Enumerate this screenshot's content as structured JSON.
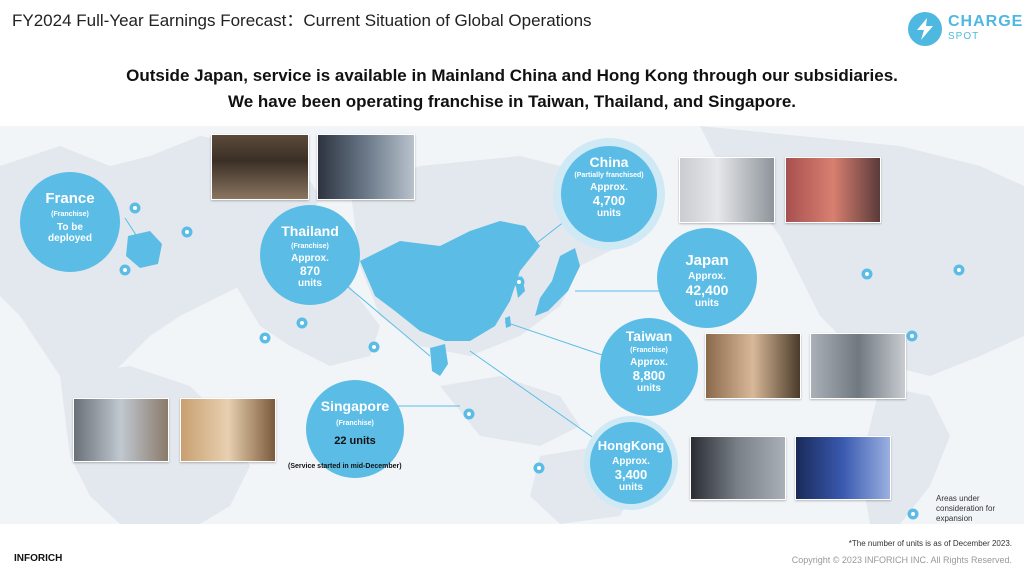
{
  "page": {
    "title": "FY2024 Full-Year Earnings Forecast：Current Situation of Global Operations",
    "headline_1": "Outside Japan, service is available in Mainland China and Hong Kong through our subsidiaries.",
    "headline_2": "We have been operating franchise in Taiwan, Thailand, and Singapore."
  },
  "logo": {
    "line1": "CHARGE",
    "line2": "SPOT"
  },
  "colors": {
    "accent": "#5bbde6",
    "ring": "#cfe9f5",
    "map_land": "#e3e8ee",
    "highlight_land": "#5bbde6"
  },
  "regions": {
    "france": {
      "name": "France",
      "sub": "(Franchise)",
      "line1": "To be",
      "line2": "deployed"
    },
    "thailand": {
      "name": "Thailand",
      "sub": "(Franchise)",
      "line1": "Approx.",
      "value": "870",
      "unit": "units"
    },
    "china": {
      "name": "China",
      "sub": "(Partially franchised)",
      "line1": "Approx.",
      "value": "4,700",
      "unit": "units"
    },
    "japan": {
      "name": "Japan",
      "line1": "Approx.",
      "value": "42,400",
      "unit": "units"
    },
    "taiwan": {
      "name": "Taiwan",
      "sub": "(Franchise)",
      "line1": "Approx.",
      "value": "8,800",
      "unit": "units"
    },
    "singapore": {
      "name": "Singapore",
      "sub": "(Franchise)",
      "value": "22",
      "unit": "units",
      "note": "(Service started in mid-December)"
    },
    "hongkong": {
      "name": "HongKong",
      "line1": "Approx.",
      "value": "3,400",
      "unit": "units"
    }
  },
  "legend": {
    "text": "Areas under consideration for expansion",
    "icon": "location-pin-icon"
  },
  "footer": {
    "company": "INFORICH",
    "note": "*The number of units is as of December 2023.",
    "copyright": "Copyright © 2023 INFORICH INC. All Rights Reserved."
  }
}
